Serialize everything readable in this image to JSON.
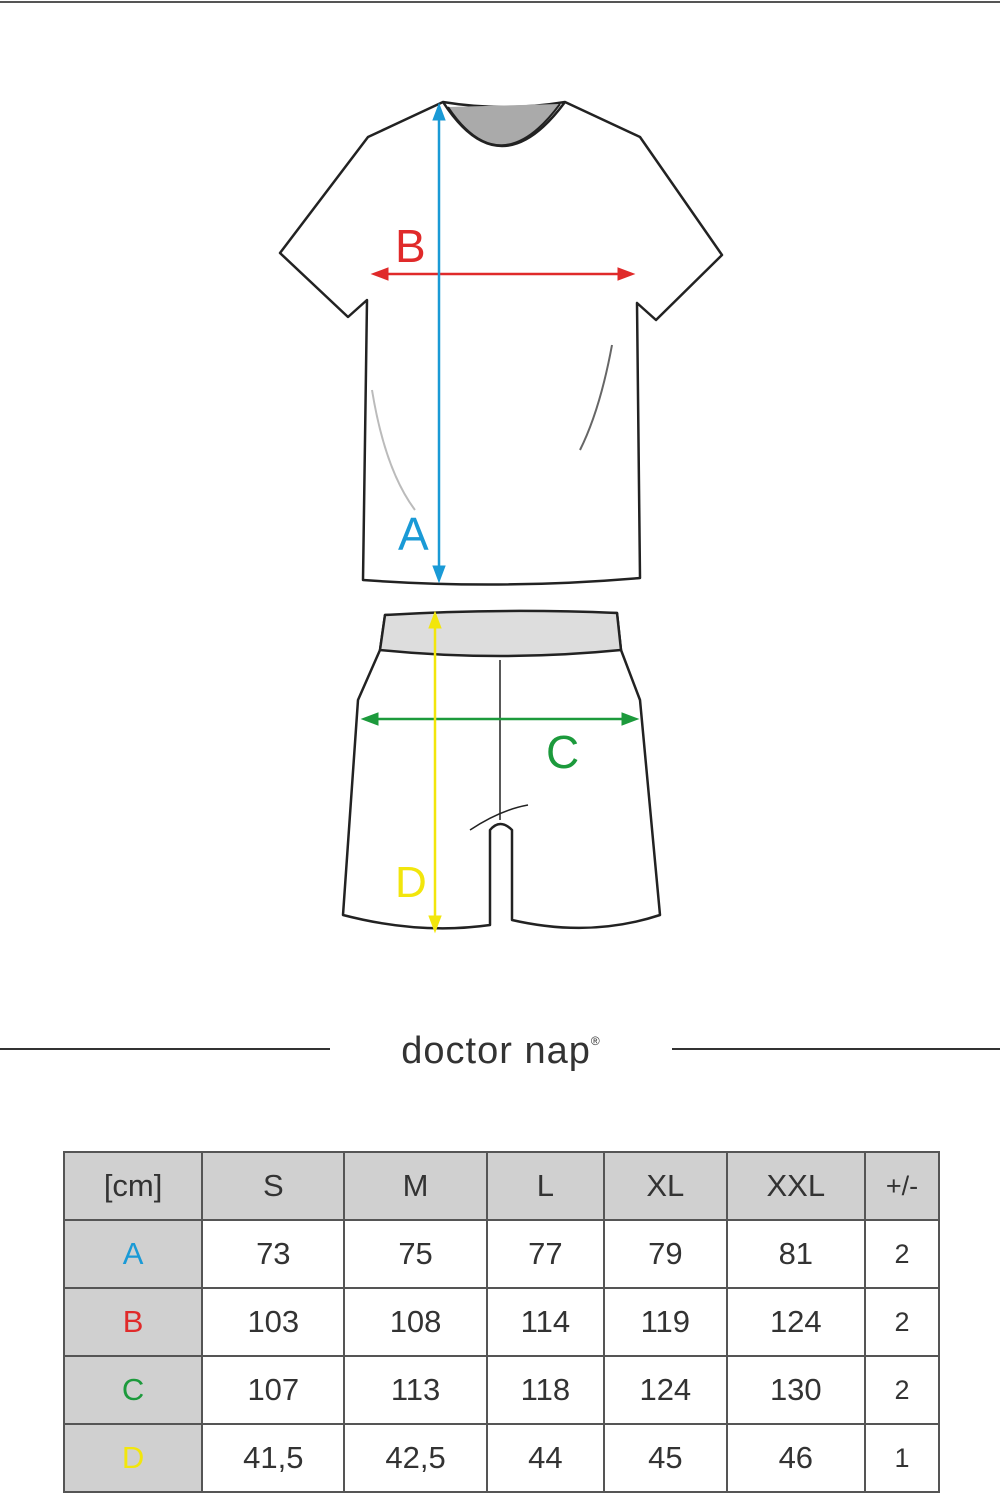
{
  "diagram": {
    "labels": {
      "A": "A",
      "B": "B",
      "C": "C",
      "D": "D"
    },
    "colors": {
      "A": "#1a9ad6",
      "B": "#e02a2a",
      "C": "#1c9a3c",
      "D": "#f2e60c"
    }
  },
  "brand": {
    "name": "doctor nap",
    "mark": "®"
  },
  "table": {
    "unit": "[cm]",
    "sizes": [
      "S",
      "M",
      "L",
      "XL",
      "XXL"
    ],
    "tolerance_header": "+/-",
    "rows": [
      {
        "label": "A",
        "values": [
          "73",
          "75",
          "77",
          "79",
          "81"
        ],
        "tolerance": "2"
      },
      {
        "label": "B",
        "values": [
          "103",
          "108",
          "114",
          "119",
          "124"
        ],
        "tolerance": "2"
      },
      {
        "label": "C",
        "values": [
          "107",
          "113",
          "118",
          "124",
          "130"
        ],
        "tolerance": "2"
      },
      {
        "label": "D",
        "values": [
          "41,5",
          "42,5",
          "44",
          "45",
          "46"
        ],
        "tolerance": "1"
      }
    ]
  }
}
